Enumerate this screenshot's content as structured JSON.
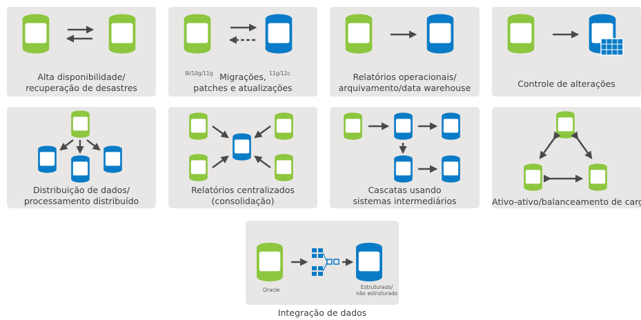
{
  "colors": {
    "tile_bg": "#e9e7e6",
    "green": "#8dc63f",
    "green_dark": "#6aa533",
    "blue": "#0a7cc7",
    "blue_dark": "#07609c",
    "arrow": "#4a4a4a"
  },
  "tiles": [
    {
      "caption_line1": "Alta disponibilidade/",
      "caption_line2": "recuperação de desastres"
    },
    {
      "caption_line1": "Migrações,",
      "caption_line2": "patches e atualizações",
      "left_version": "9i/10g/11g",
      "right_version": "11g/12c"
    },
    {
      "caption_line1": "Relatórios operacionais/",
      "caption_line2": "arquivamento/data warehouse"
    },
    {
      "caption_line1": "Controle de alterações",
      "caption_line2": ""
    },
    {
      "caption_line1": "Distribuição de dados/",
      "caption_line2": "processamento distribuído"
    },
    {
      "caption_line1": "Relatórios centralizados",
      "caption_line2": "(consolidação)"
    },
    {
      "caption_line1": "Cascatas usando",
      "caption_line2": "sistemas intermediários"
    },
    {
      "caption_line1": "Ativo-ativo/balanceamento de carga",
      "caption_line2": ""
    },
    {
      "caption_line1": "Integração de dados",
      "caption_line2": "",
      "source_label": "Oracle",
      "target_label_line1": "Estruturado/",
      "target_label_line2": "não estruturado"
    }
  ]
}
